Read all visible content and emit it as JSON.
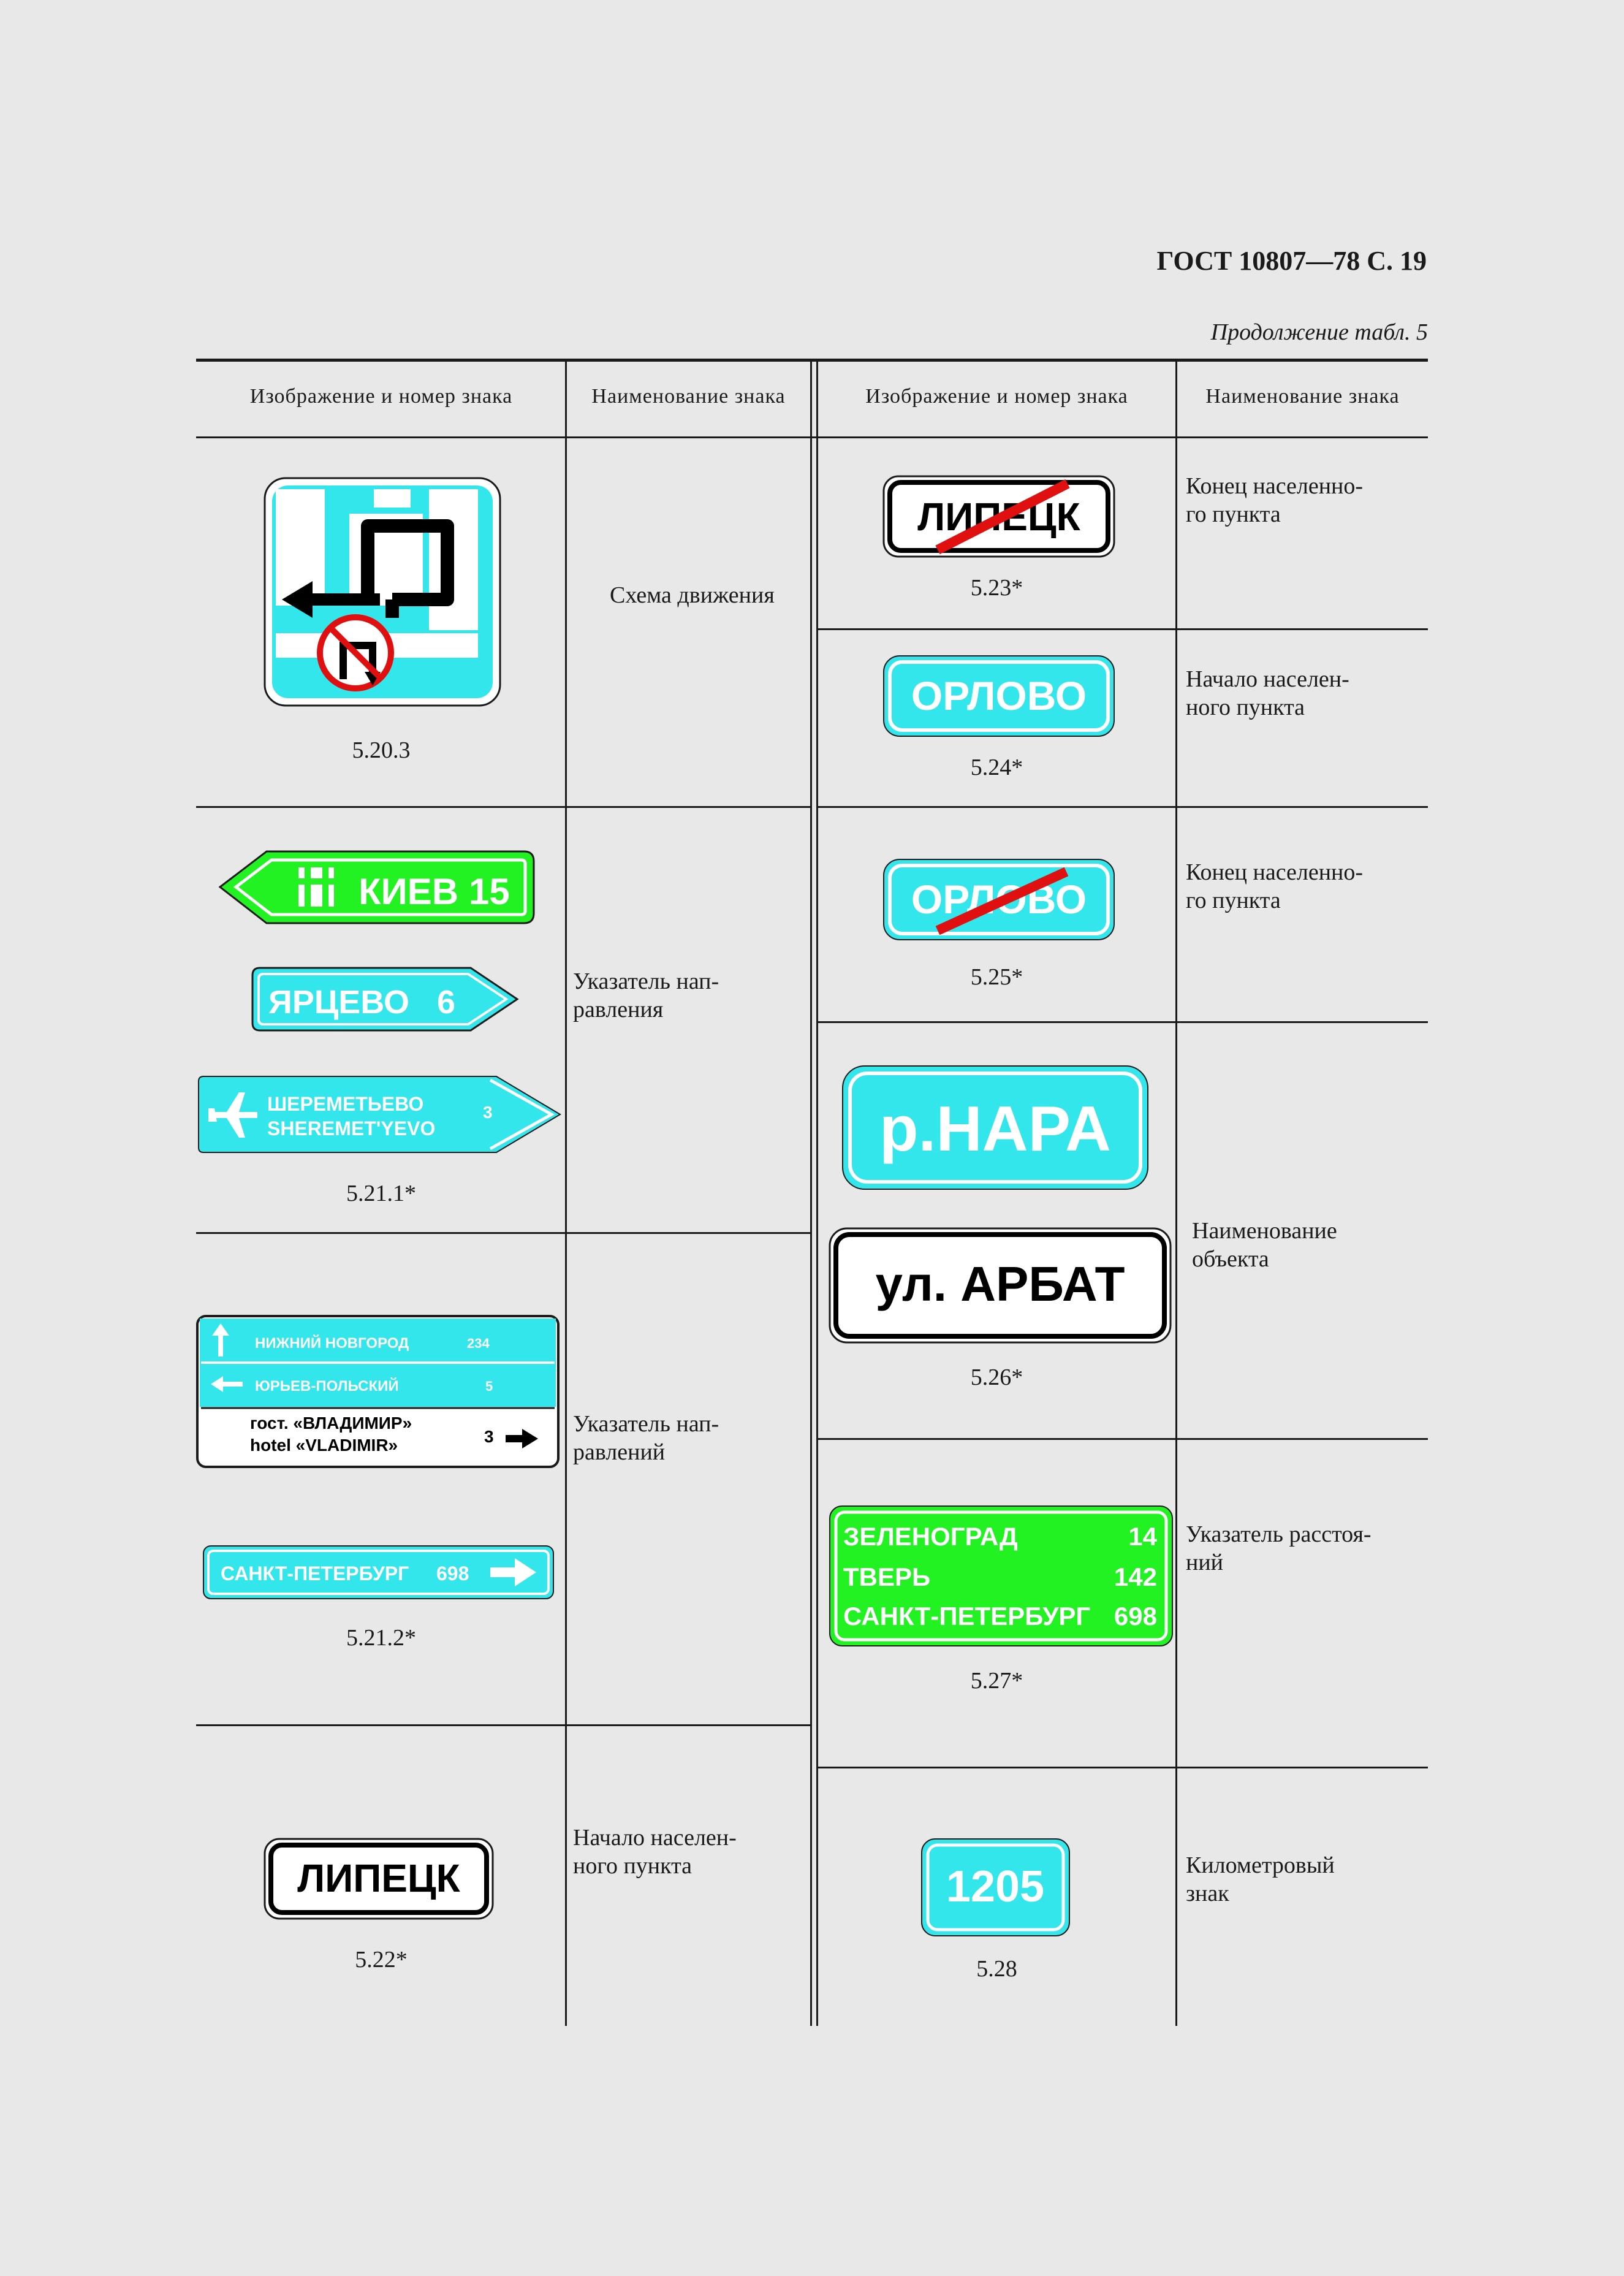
{
  "header": {
    "title": "ГОСТ 10807—78 С. 19",
    "continuation": "Продолжение табл. 5"
  },
  "columns": [
    "Изображение и номер знака",
    "Наименование  знака",
    "Изображение и номер знака",
    "Наименование  знака"
  ],
  "colors": {
    "cyan": "#33e6ec",
    "green": "#22f222",
    "red": "#e01010",
    "black": "#000000",
    "white": "#ffffff"
  },
  "left_rows": [
    {
      "caption": "5.20.3",
      "name": "Схема движения"
    },
    {
      "caption": "5.21.1*",
      "name": "Указатель  нап-\nравления"
    },
    {
      "caption": "5.21.2*",
      "name": "Указатель  нап-\nравлений"
    },
    {
      "caption": "5.22*",
      "name": "Начало населен-\nного пункта"
    }
  ],
  "right_rows": [
    {
      "caption": "5.23*",
      "name": "Конец населенно-\nго  пункта"
    },
    {
      "caption": "5.24*",
      "name": "Начало   населен-\nного  пункта"
    },
    {
      "caption": "5.25*",
      "name": "Конец населенно-\nго  пункта"
    },
    {
      "caption": "5.26*",
      "name": "Наименование\nобъекта"
    },
    {
      "caption": "5.27*",
      "name": "Указатель расстоя-\nний"
    },
    {
      "caption": "5.28",
      "name": "Километровый\nзнак"
    }
  ],
  "signs": {
    "kiev": {
      "text": "КИЕВ",
      "num": "15"
    },
    "yartsevo": {
      "text": "ЯРЦЕВО",
      "num": "6"
    },
    "sheremetyevo": {
      "line1": "ШЕРЕМЕТЬЕВО",
      "line2": "SHEREMET'YEVO",
      "num": "3"
    },
    "panel": {
      "row1": {
        "text": "НИЖНИЙ НОВГОРОД",
        "num": "234"
      },
      "row2": {
        "text": "ЮРЬЕВ-ПОЛЬСКИЙ",
        "num": "5"
      },
      "row3a": "гост.  «ВЛАДИМИР»",
      "row3b": "hotel  «VLADIMIR»",
      "row3num": "3"
    },
    "spb": {
      "text": "САНКТ-ПЕТЕРБУРГ",
      "num": "698"
    },
    "lipetsk": "ЛИПЕЦК",
    "lipetsk_end": "ЛИПЕЦК",
    "orlovo": "ОРЛОВО",
    "orlovo_end": "ОРЛОВО",
    "nara": "р.НАРА",
    "arbat": "ул.  АРБАТ",
    "distance": [
      {
        "text": "ЗЕЛЕНОГРАД",
        "num": "14"
      },
      {
        "text": "ТВЕРЬ",
        "num": "142"
      },
      {
        "text": "САНКТ-ПЕТЕРБУРГ",
        "num": "698"
      }
    ],
    "km": "1205"
  }
}
